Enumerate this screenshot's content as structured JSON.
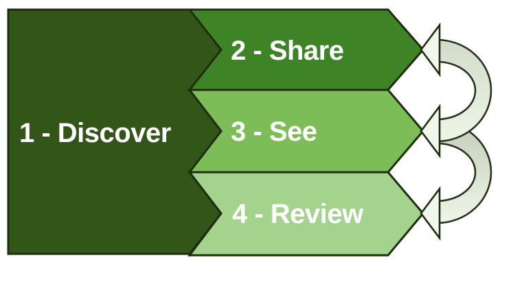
{
  "diagram": {
    "background_color": "#ffffff",
    "outline_color": "#1e2d10",
    "text_color": "#ffffff",
    "steps": [
      {
        "label": "1 - Discover",
        "fill": "#315617"
      },
      {
        "label": "2 - Share",
        "fill": "#3e8427"
      },
      {
        "label": "3 - See",
        "fill": "#7cbd58"
      },
      {
        "label": "4 - Review",
        "fill": "#a4d38d"
      }
    ],
    "loop_arrows": {
      "arrowhead_fill": "#f1f7ec",
      "bottom_color": "#eff6e9",
      "items": [
        {
          "name": "u-turn-arrow-1",
          "top_color": "#d2dbc8"
        },
        {
          "name": "u-turn-arrow-2",
          "top_color": "#c2cdb8"
        }
      ]
    }
  }
}
